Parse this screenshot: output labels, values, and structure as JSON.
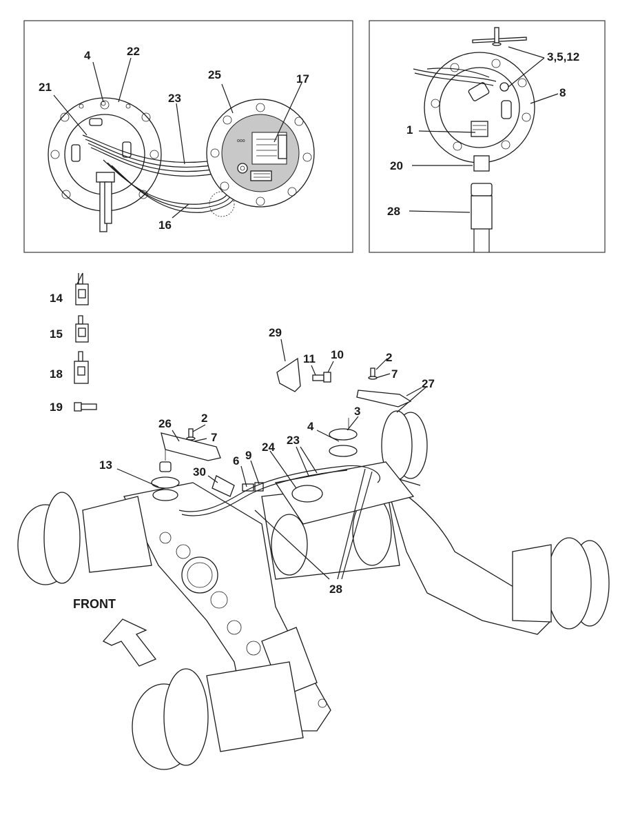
{
  "callouts": {
    "c1": "1",
    "c2a": "2",
    "c2b": "2",
    "c3": "3",
    "c3512": "3,5,12",
    "c4a": "4",
    "c4b": "4",
    "c6": "6",
    "c7a": "7",
    "c7b": "7",
    "c8": "8",
    "c9": "9",
    "c10": "10",
    "c11": "11",
    "c13": "13",
    "c14": "14",
    "c15": "15",
    "c16": "16",
    "c17": "17",
    "c18": "18",
    "c19": "19",
    "c20": "20",
    "c21": "21",
    "c22": "22",
    "c23a": "23",
    "c23b": "23",
    "c24": "24",
    "c25": "25",
    "c26": "26",
    "c27": "27",
    "c28a": "28",
    "c28b": "28",
    "c29": "29",
    "c30": "30"
  },
  "front_label": "FRONT",
  "colors": {
    "line": "#1a1a1a",
    "fill": "#ffffff",
    "shade": "#c8c8c8",
    "panel_border": "#444444"
  },
  "icons": [
    "threadlocker-bottle-icon",
    "threadlocker-bottle-icon",
    "threadlocker-bottle-icon",
    "cable-tie-icon",
    "front-direction-arrow-icon"
  ]
}
